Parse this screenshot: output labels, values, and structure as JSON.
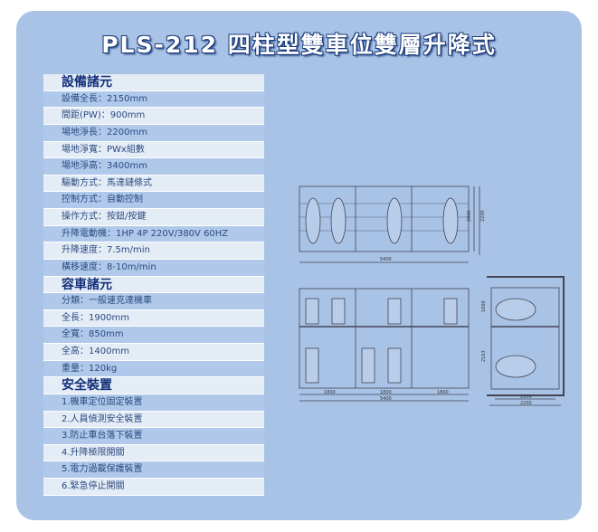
{
  "title": "PLS-212 四柱型雙車位雙層升降式",
  "sections": [
    {
      "heading": "設備諸元",
      "rows": [
        "設備全長：2150mm",
        "間距(PW)：900mm",
        "場地淨長：2200mm",
        "場地淨寬：PWx組數",
        "場地淨高：3400mm",
        "驅動方式：馬達鏈條式",
        "控制方式：自動控制",
        "操作方式：按鈕/按鍵",
        "升降電動機：1HP 4P 220V/380V 60HZ",
        "升降速度：7.5m/min",
        "橫移速度：8-10m/min"
      ]
    },
    {
      "heading": "容車諸元",
      "rows": [
        "分類：一般速克達機車",
        "全長：1900mm",
        "全寬：850mm",
        "全高：1400mm",
        "重量：120kg"
      ]
    },
    {
      "heading": "安全裝置",
      "rows": [
        "1.機車定位固定裝置",
        "2.人員偵測安全裝置",
        "3.防止車台落下裝置",
        "4.升降極限開關",
        "5.電力過載保護裝置",
        "6.緊急停止開關"
      ]
    }
  ],
  "drawing": {
    "top_width": "5400",
    "top_depth_inner": "2000",
    "top_depth_outer": "2200",
    "bay1": "1800",
    "bay2": "1800",
    "bay3": "1800",
    "front_width": "5400",
    "upper_height": "1600",
    "lower_height": "2163",
    "side_inner": "2000",
    "side_outer": "2200"
  }
}
